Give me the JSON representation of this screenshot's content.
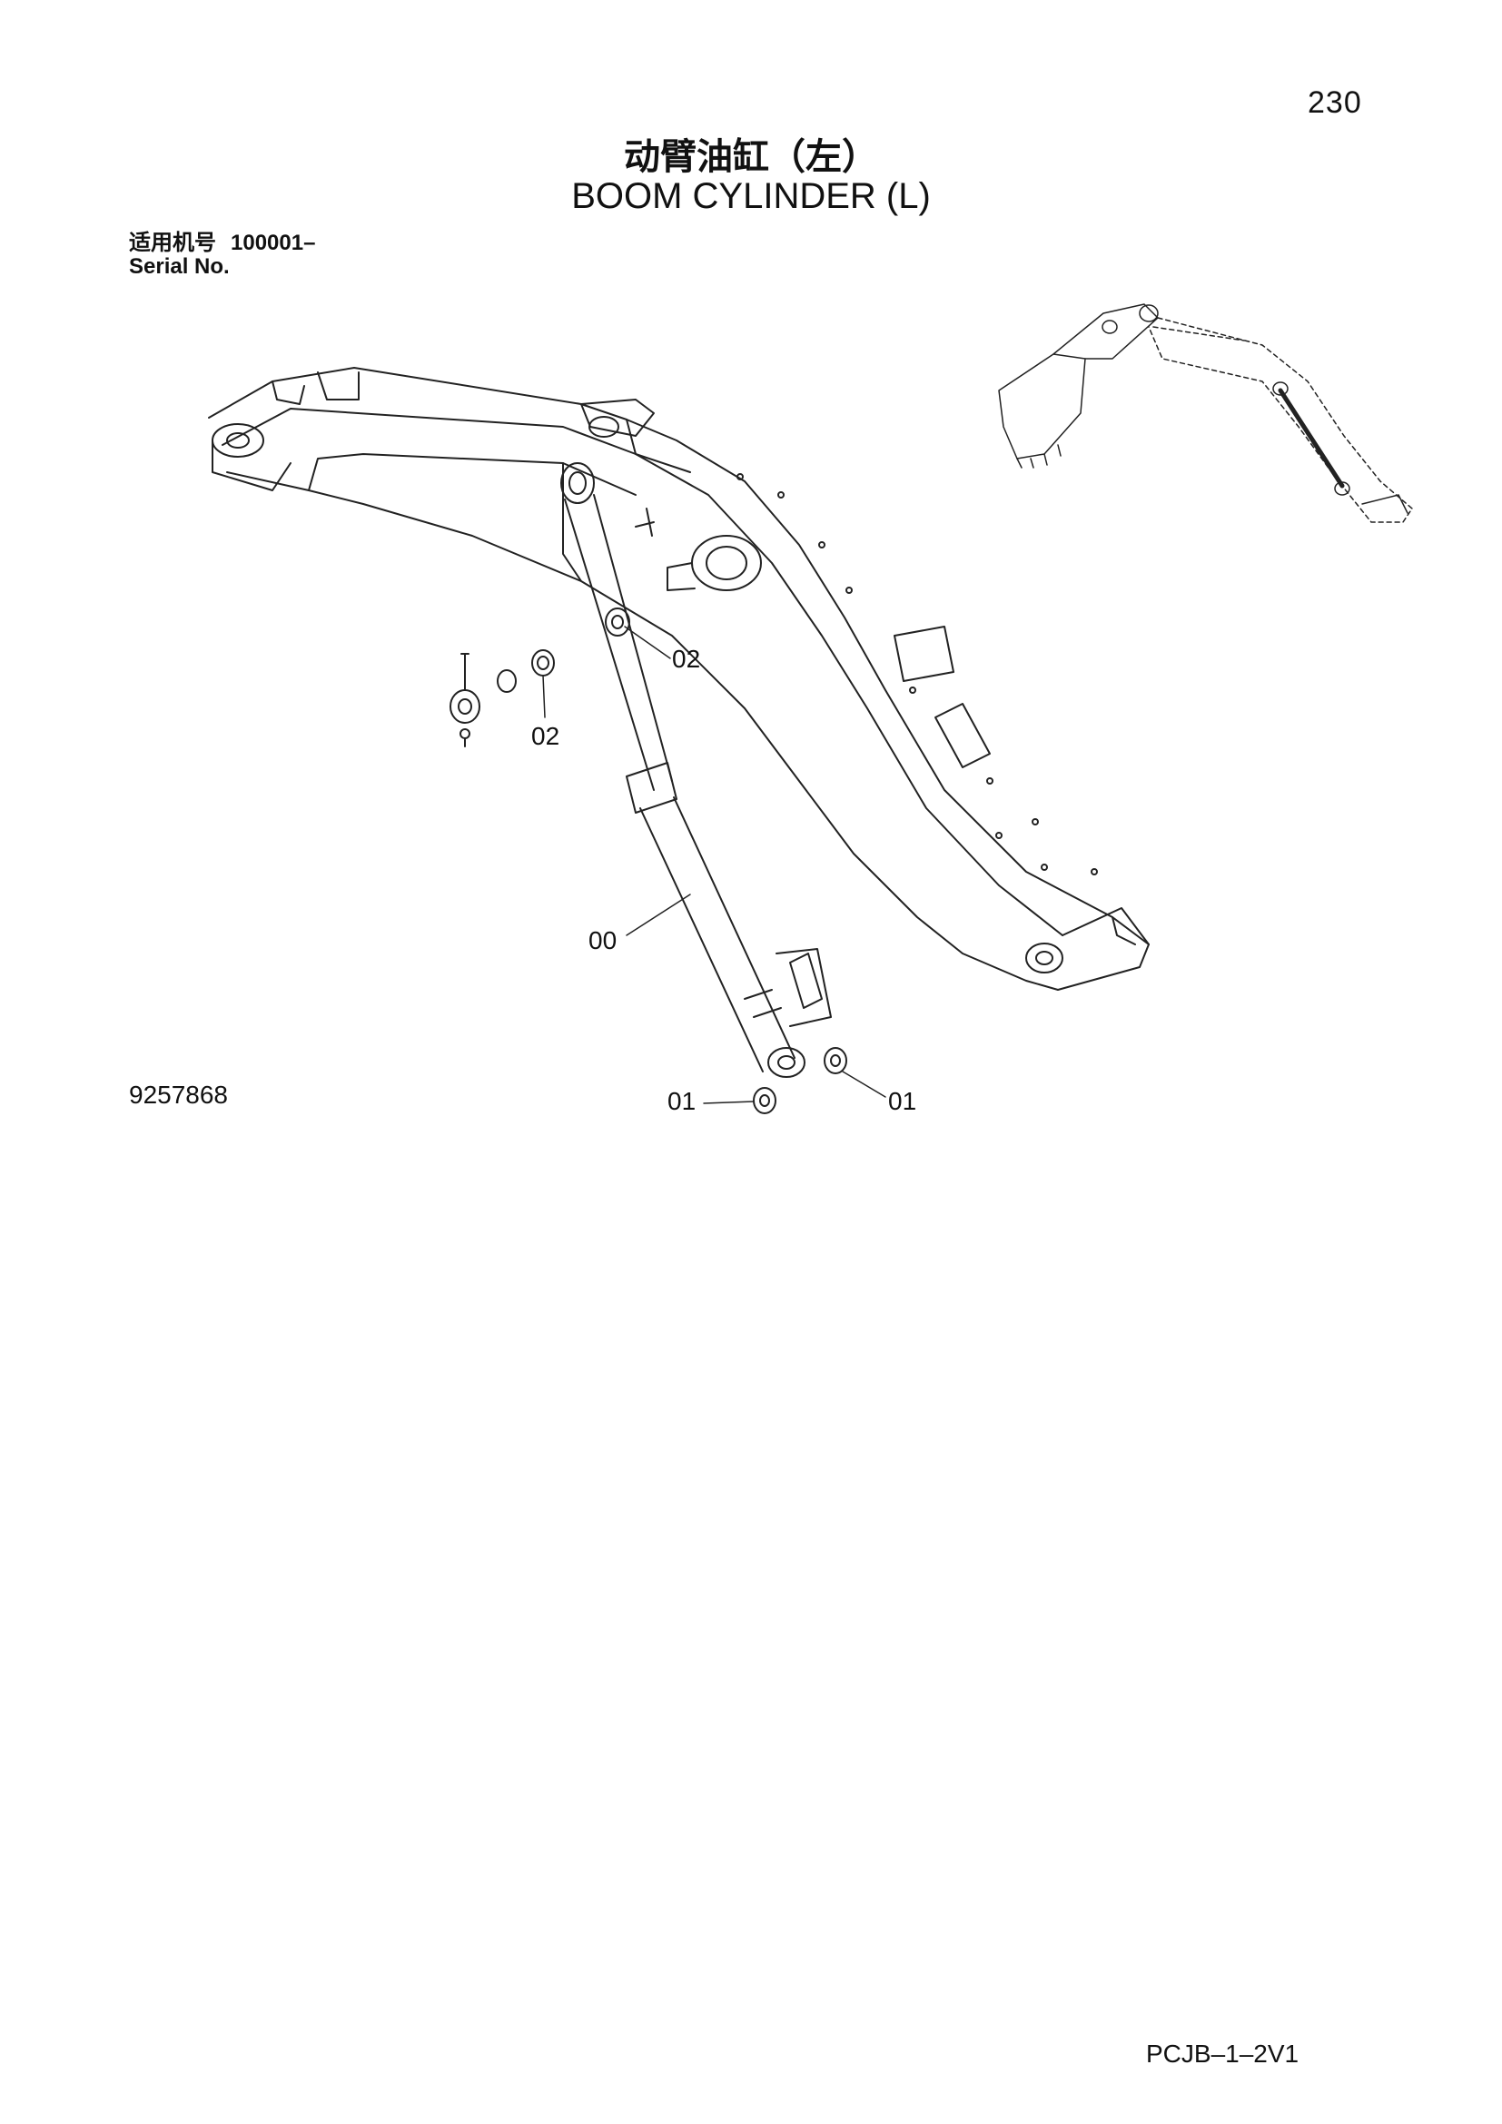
{
  "header": {
    "page_number": "230",
    "title_cn": "动臂油缸（左）",
    "title_en": "BOOM CYLINDER (L)"
  },
  "serial": {
    "label_cn": "适用机号",
    "range": "100001–",
    "label_en": "Serial No."
  },
  "drawing": {
    "drawing_number": "9257868",
    "callouts": {
      "cylinder": "00",
      "pin_bush_left": "01",
      "pin_bush_right": "01",
      "bush_upper_right": "02",
      "bush_upper_left": "02"
    }
  },
  "footer": {
    "code": "PCJB–1–2V1"
  }
}
